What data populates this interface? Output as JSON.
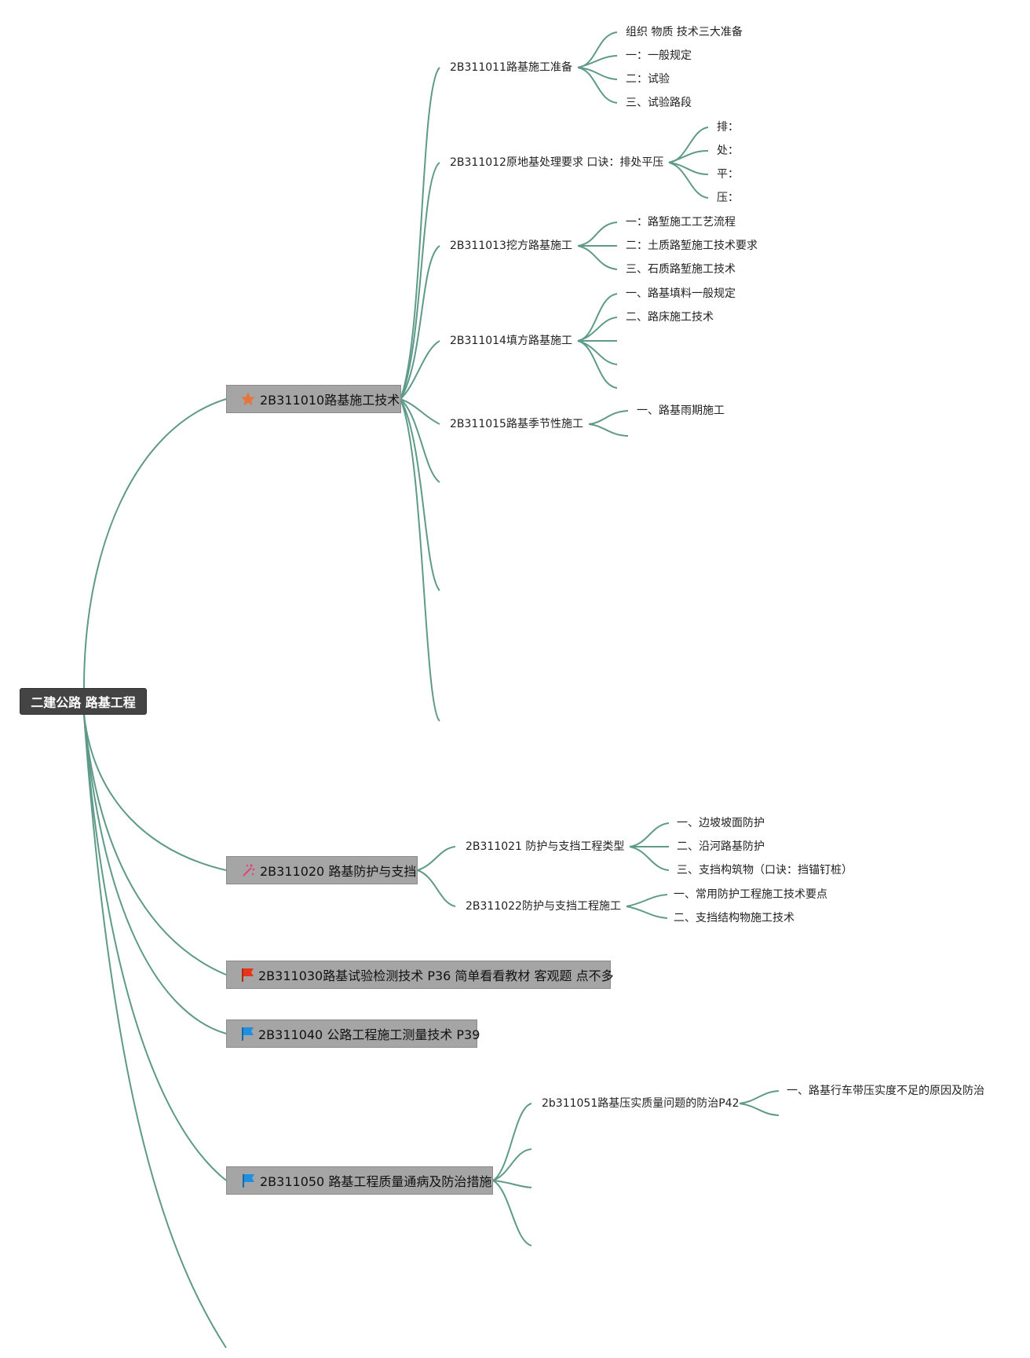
{
  "root": {
    "label": "二建公路 路基工程"
  },
  "topics": {
    "t1": {
      "label": "2B311010路基施工技术",
      "icon": "star-icon"
    },
    "t2": {
      "label": "2B311020 路基防护与支挡",
      "icon": "sparkle-icon"
    },
    "t3": {
      "label": "2B311030路基试验检测技术 P36 简单看看教材 客观题 点不多",
      "icon": "red-flag-icon"
    },
    "t4": {
      "label": "2B311040 公路工程施工测量技术 P39",
      "icon": "blue-flag-icon"
    },
    "t5": {
      "label": "2B311050 路基工程质量通病及防治措施",
      "icon": "blue-flag-icon"
    }
  },
  "subtopics": {
    "s11": "2B311011路基施工准备",
    "s12": "2B311012原地基处理要求 口诀：排处平压",
    "s13": "2B311013挖方路基施工",
    "s14": "2B311014填方路基施工",
    "s15": "2B311015路基季节性施工",
    "s21": "2B311021 防护与支挡工程类型",
    "s22": "2B311022防护与支挡工程施工",
    "s51": "2b311051路基压实质量问题的防治P42"
  },
  "leaves": {
    "s11": [
      "组织 物质 技术三大准备",
      "一：一般规定",
      "二：试验",
      "三、试验路段"
    ],
    "s12": [
      "排：",
      "处：",
      "平：",
      "压："
    ],
    "s13": [
      "一：路堑施工工艺流程",
      "二：土质路堑施工技术要求",
      "三、石质路堑施工技术"
    ],
    "s14": [
      "一、路基填料一般规定",
      "二、路床施工技术"
    ],
    "s15": [
      "一、路基雨期施工"
    ],
    "s21": [
      "一、边坡坡面防护",
      "二、沿河路基防护",
      "三、支挡构筑物（口诀：挡锚钉桩）"
    ],
    "s22": [
      "一、常用防护工程施工技术要点",
      "二、支挡结构物施工技术"
    ],
    "s51": [
      "一、路基行车带压实度不足的原因及防治"
    ]
  },
  "colors": {
    "connector": "#5f9a88",
    "root_bg": "#444444",
    "topic_bg": "#a5a5a5",
    "star": "#e8743b",
    "red_flag": "#e8341c",
    "blue_flag": "#1f8fe0",
    "sparkle": "#e0457a"
  }
}
